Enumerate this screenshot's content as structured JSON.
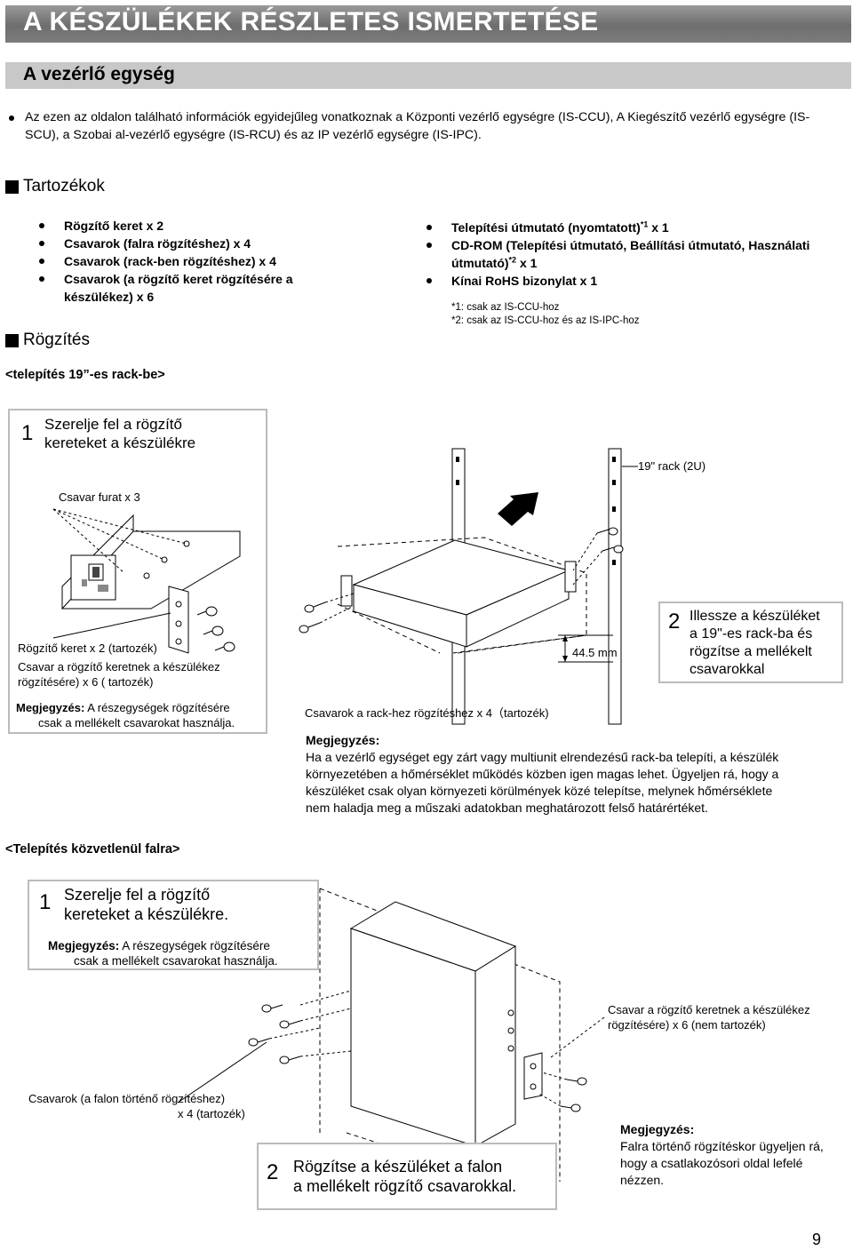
{
  "header": {
    "title": "A KÉSZÜLÉKEK RÉSZLETES ISMERTETÉSE",
    "subtitle": "A vezérlő egység"
  },
  "intro": "Az ezen az oldalon található információk egyidejűleg vonatkoznak a Központi vezérlő egységre (IS-CCU), A Kiegészítő vezérlő egységre (IS-SCU), a Szobai al-vezérlő egységre (IS-RCU) és az IP vezérlő egységre (IS-IPC).",
  "accessories": {
    "heading": "Tartozékok",
    "left_items": [
      "Rögzítő keret x 2",
      "Csavarok (falra rögzítéshez) x 4",
      "Csavarok (rack-ben rögzítéshez) x 4",
      "Csavarok (a rögzítő keret rögzítésére a készülékez) x 6"
    ],
    "right_items": {
      "item1_text": "Telepítési útmutató (nyomtatott)",
      "item1_sup": "*1",
      "item1_suffix": " x 1",
      "item2_text": "CD-ROM (Telepítési útmutató, Beállítási útmutató, Használati útmutató)",
      "item2_sup": "*2",
      "item2_suffix": " x 1",
      "item3_text": "Kínai RoHS bizonylat x 1"
    },
    "footnotes": [
      "*1: csak az IS-CCU-hoz",
      "*2: csak az IS-CCU-hoz és az IS-IPC-hoz"
    ]
  },
  "mounting": {
    "heading": "Rögzítés",
    "rack": {
      "subheading": "<telepítés 19”-es rack-be>",
      "step1_num": "1",
      "step1_line1": "Szerelje fel a rögzítő",
      "step1_line2": "kereteket a készülékre",
      "screw_holes": "Csavar furat x 3",
      "bracket_label": "Rögzítő keret x 2 (tartozék)",
      "bracket_screws_line1": "Csavar a rögzítő keretnek a készülékez",
      "bracket_screws_line2": "rögzítésére) x 6 ( tartozék)",
      "note1_bold": "Megjegyzés:",
      "note1_line1": " A részegységek rögzítésére",
      "note1_line2": "csak a mellékelt csavarokat használja.",
      "rack_label": "19\" rack (2U)",
      "dimension": "44.5 mm",
      "step2_num": "2",
      "step2_line1": "Illessze a készüléket",
      "step2_line2": "a 19\"-es rack-ba és",
      "step2_line3": "rögzítse a mellékelt",
      "step2_line4": "csavarokkal",
      "rack_screws": "Csavarok a rack-hez rögzítéshez x 4（tartozék)",
      "note2_title": "Megjegyzés:",
      "note2_text": "Ha a vezérlő egységet egy zárt vagy multiunit elrendezésű rack-ba telepíti, a készülék környezetében a hőmérséklet működés közben igen magas lehet. Ügyeljen rá, hogy a készüléket csak olyan környezeti körülmények közé telepítse, melynek hőmérséklete nem haladja meg a műszaki adatokban meghatározott felső határértéket."
    },
    "wall": {
      "subheading": "<Telepítés közvetlenül falra>",
      "step1_num": "1",
      "step1_line1": "Szerelje fel a rögzítő",
      "step1_line2": "kereteket a készülékre.",
      "note1_bold": "Megjegyzés:",
      "note1_line1": " A részegységek rögzítésére",
      "note1_line2": "csak a mellékelt csavarokat használja.",
      "bracket_screws_line1": "Csavar a rögzítő keretnek a készülékez",
      "bracket_screws_line2": "rögzítésére) x 6 (nem tartozék)",
      "wall_screws_line1": "Csavarok (a falon történő rögzítéshez)",
      "wall_screws_line2": "x 4 (tartozék)",
      "step2_num": "2",
      "step2_line1": "Rögzítse a készüléket a falon",
      "step2_line2": "a mellékelt rögzítő csavarokkal.",
      "note2_title": "Megjegyzés:",
      "note2_text": "Falra történő rögzítéskor ügyeljen rá, hogy a csatlakozósori oldal lefelé nézzen."
    }
  },
  "page_number": "9"
}
